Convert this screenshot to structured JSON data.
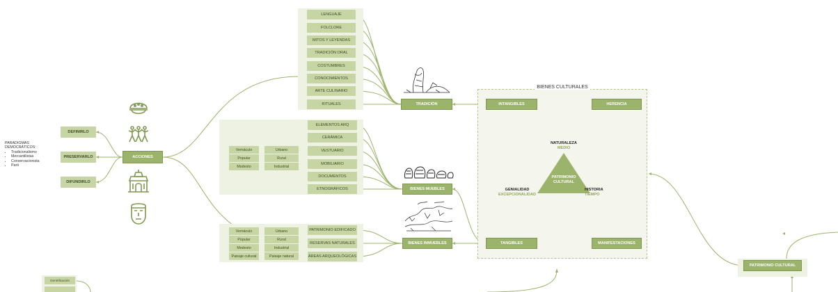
{
  "paradigmas": {
    "title_line1": "PARADIGMAS",
    "title_line2": "DEMOCRÁTICOS:",
    "items": [
      "Tradicionalismo",
      "Mercantilistas",
      "Conservacionista",
      "Parti"
    ]
  },
  "acciones": {
    "center": "ACCIONES",
    "left": [
      "DEFINIRLO",
      "PRESERVARLO",
      "DIFUNDIRLO"
    ]
  },
  "tradicion": {
    "label": "TRADICIÓN",
    "items": [
      "LENGUAJE",
      "FOLCLORE",
      "MITOS Y LEYENDAS",
      "TRADICIÓN ORAL",
      "COSTUMBRES",
      "CONOCIMIENTOS",
      "ARTE CULINARIO",
      "RITUALES"
    ]
  },
  "bienes_muebles": {
    "label": "BIENES MUEBLES",
    "items": [
      "ELEMENTOS ARQ",
      "CERÁMICA",
      "VESTUARIO",
      "MOBILIARIO",
      "DOCUMENTOS",
      "ETNOGRÁFICOS"
    ],
    "grid": [
      [
        "Vernáculo",
        "Urbano"
      ],
      [
        "Popular",
        "Rural"
      ],
      [
        "Modesto",
        "Industrial"
      ]
    ]
  },
  "bienes_inmuebles": {
    "label": "BIENES INMUEBLES",
    "items": [
      "PATRIMONIO EDIFICADO",
      "RESERVAS NATURALES",
      "ÁREAS ARQUEOLÓGICAS"
    ],
    "grid": [
      [
        "Vernáculo",
        "Urbano"
      ],
      [
        "Popular",
        "Rural"
      ],
      [
        "Modesto",
        "Industrial"
      ],
      [
        "Paisaje cultural",
        "Paisaje natural"
      ]
    ]
  },
  "bienes_culturales": {
    "title": "BIENES CULTURALES",
    "intangibles": "INTANGIBLES",
    "herencia": "HERENCIA",
    "tangibles": "TANGIBLES",
    "manifestaciones": "MANIFESTACIONES",
    "triangle_center_1": "PATRIMONIO",
    "triangle_center_2": "CULTURAL",
    "top_1": "NATURALEZA",
    "top_2": "MEDIO",
    "left_1": "GENIALIDAD",
    "left_2": "EXCEPCIONALIDAD",
    "right_1": "HISTORIA",
    "right_2": "TIEMPO"
  },
  "patrimonio_cultural": "PATRIMONIO CULTURAL",
  "bottom_left": [
    "Gentrificación"
  ],
  "colors": {
    "light_node": "#c6d5a3",
    "dark_node": "#9bb36a",
    "connector": "#9bb36a",
    "panel": "#eef2e2"
  }
}
